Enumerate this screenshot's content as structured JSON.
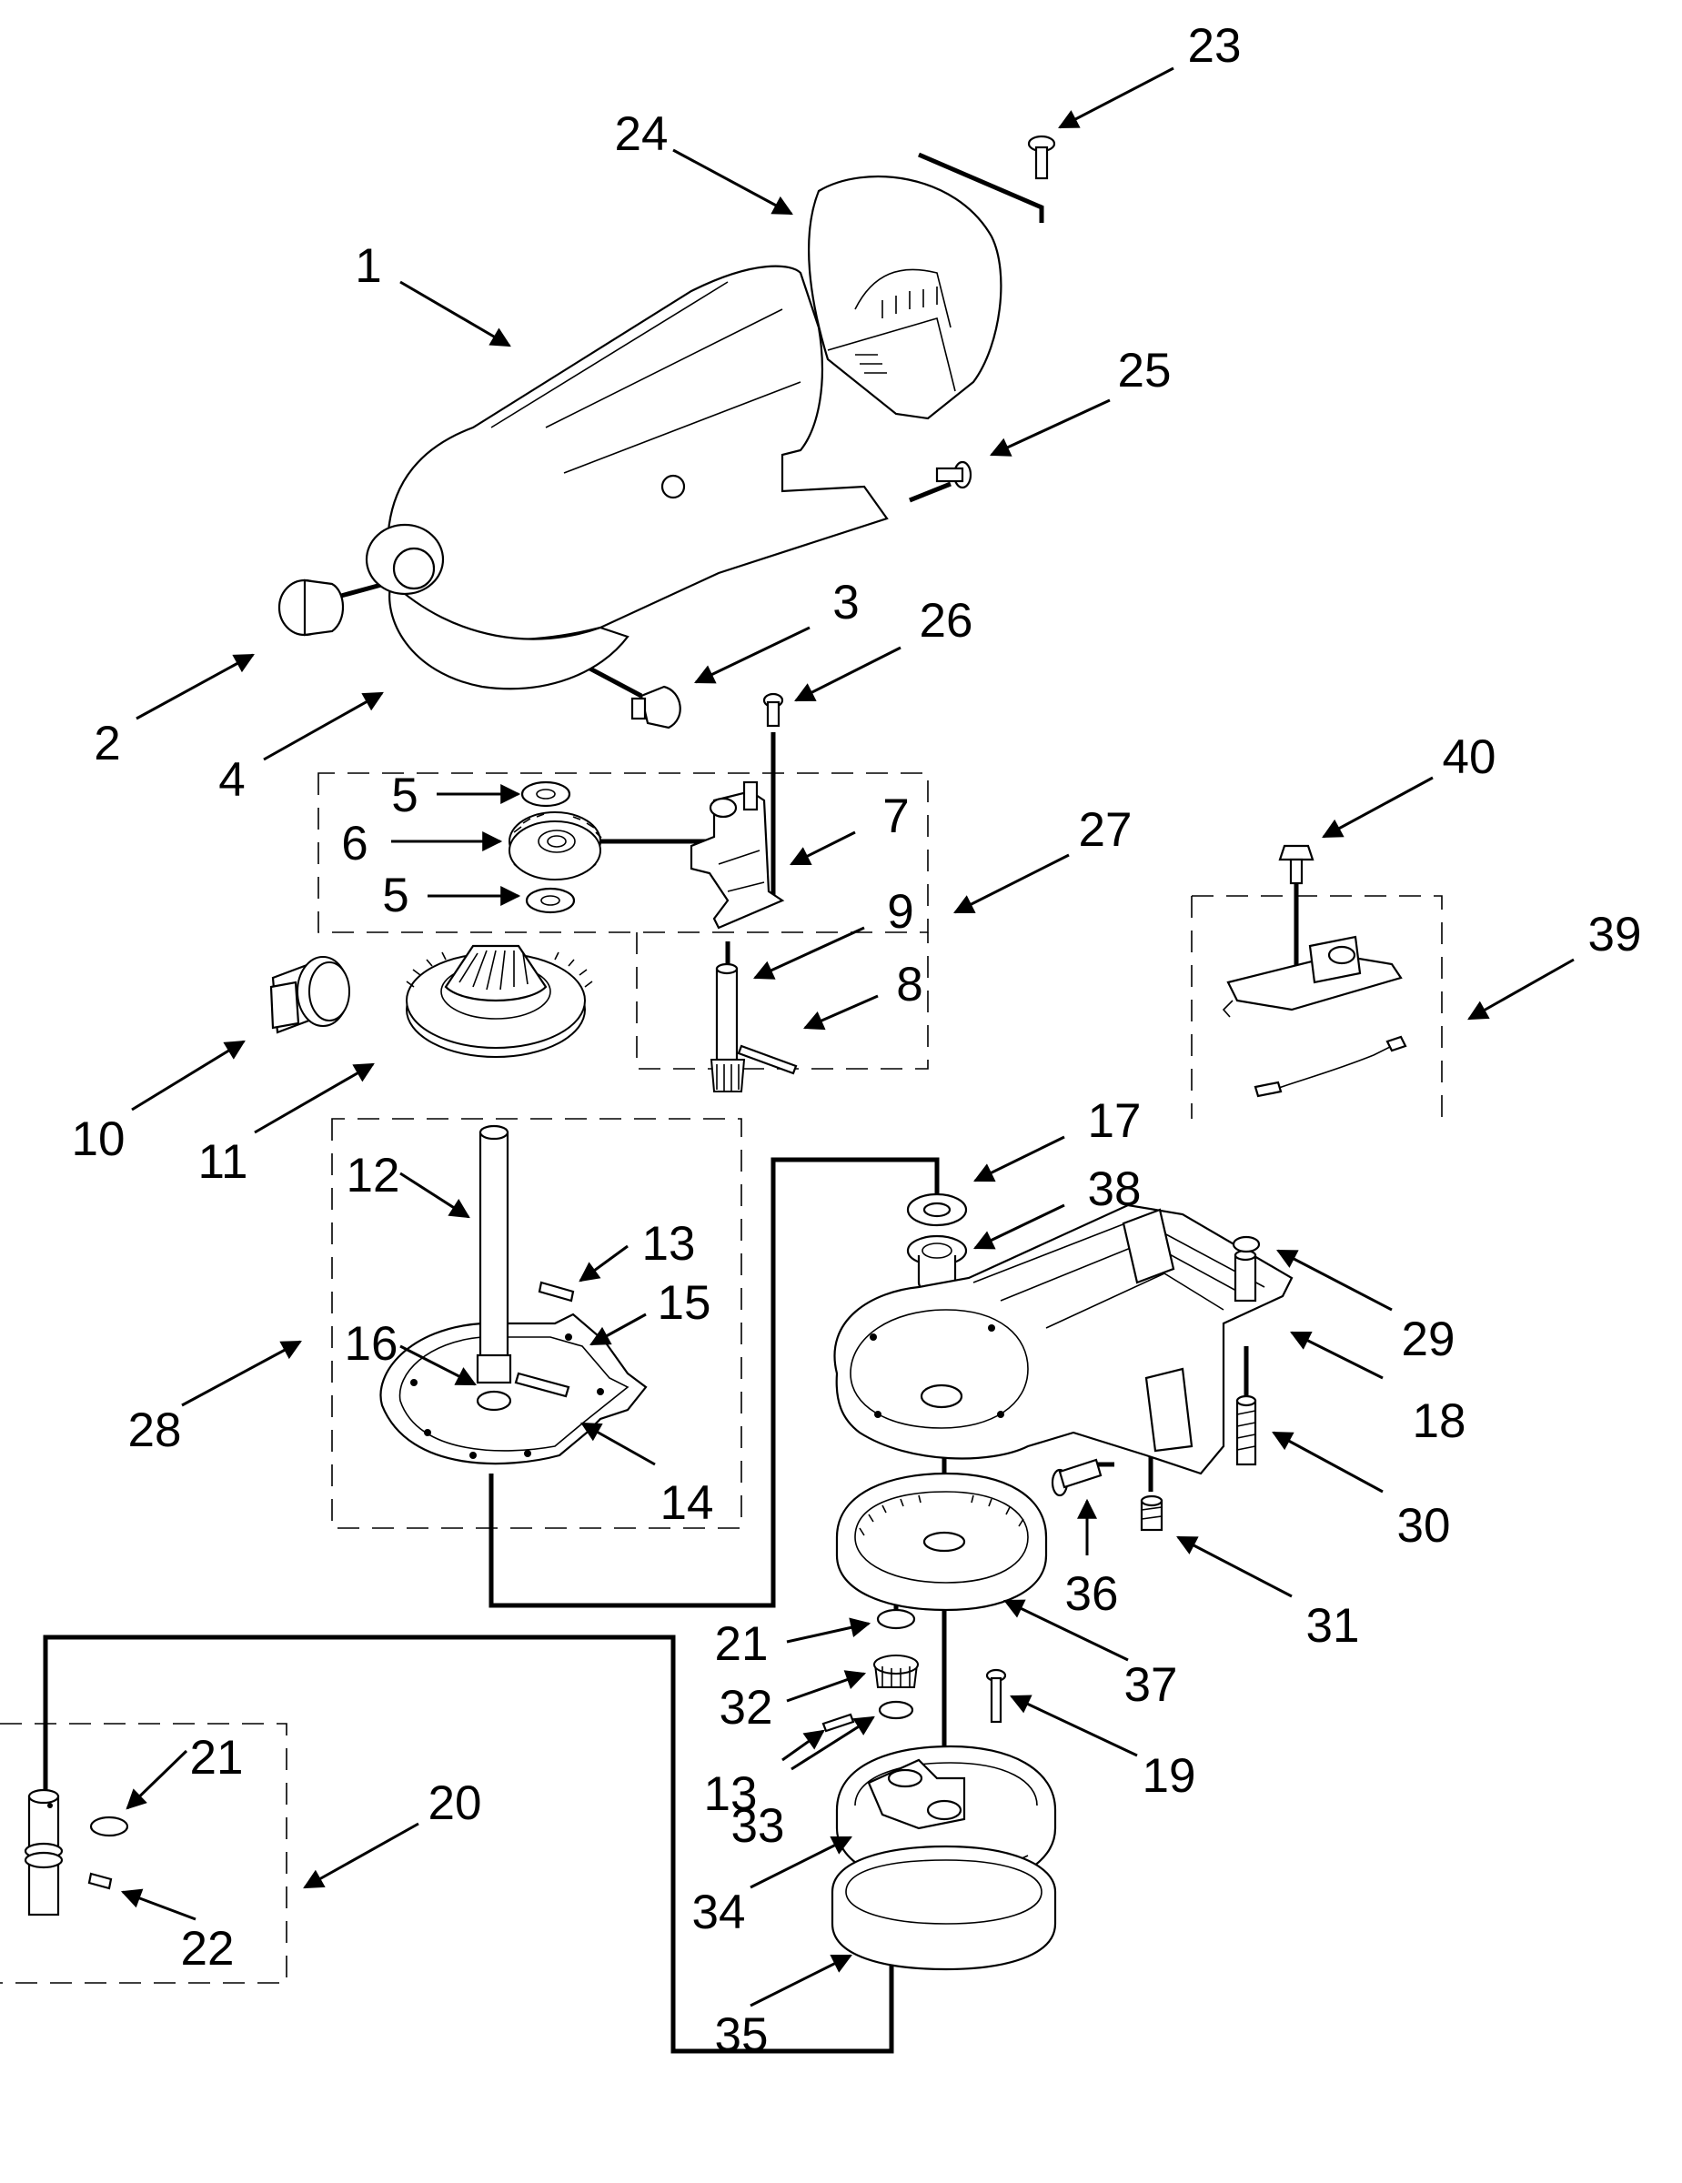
{
  "diagram": {
    "colors": {
      "line": "#000000",
      "background": "#ffffff"
    },
    "callouts": {
      "c1": "1",
      "c2": "2",
      "c3": "3",
      "c4": "4",
      "c5a": "5",
      "c5b": "5",
      "c6": "6",
      "c7": "7",
      "c8": "8",
      "c9": "9",
      "c10": "10",
      "c11": "11",
      "c12": "12",
      "c13a": "13",
      "c13b": "13",
      "c14": "14",
      "c15": "15",
      "c16": "16",
      "c17": "17",
      "c18": "18",
      "c19": "19",
      "c20": "20",
      "c21a": "21",
      "c21b": "21",
      "c22": "22",
      "c23": "23",
      "c24": "24",
      "c25": "25",
      "c26": "26",
      "c27": "27",
      "c28": "28",
      "c29": "29",
      "c30": "30",
      "c31": "31",
      "c32": "32",
      "c33": "33",
      "c34": "34",
      "c35": "35",
      "c36": "36",
      "c37": "37",
      "c38": "38",
      "c39": "39",
      "c40": "40"
    }
  }
}
